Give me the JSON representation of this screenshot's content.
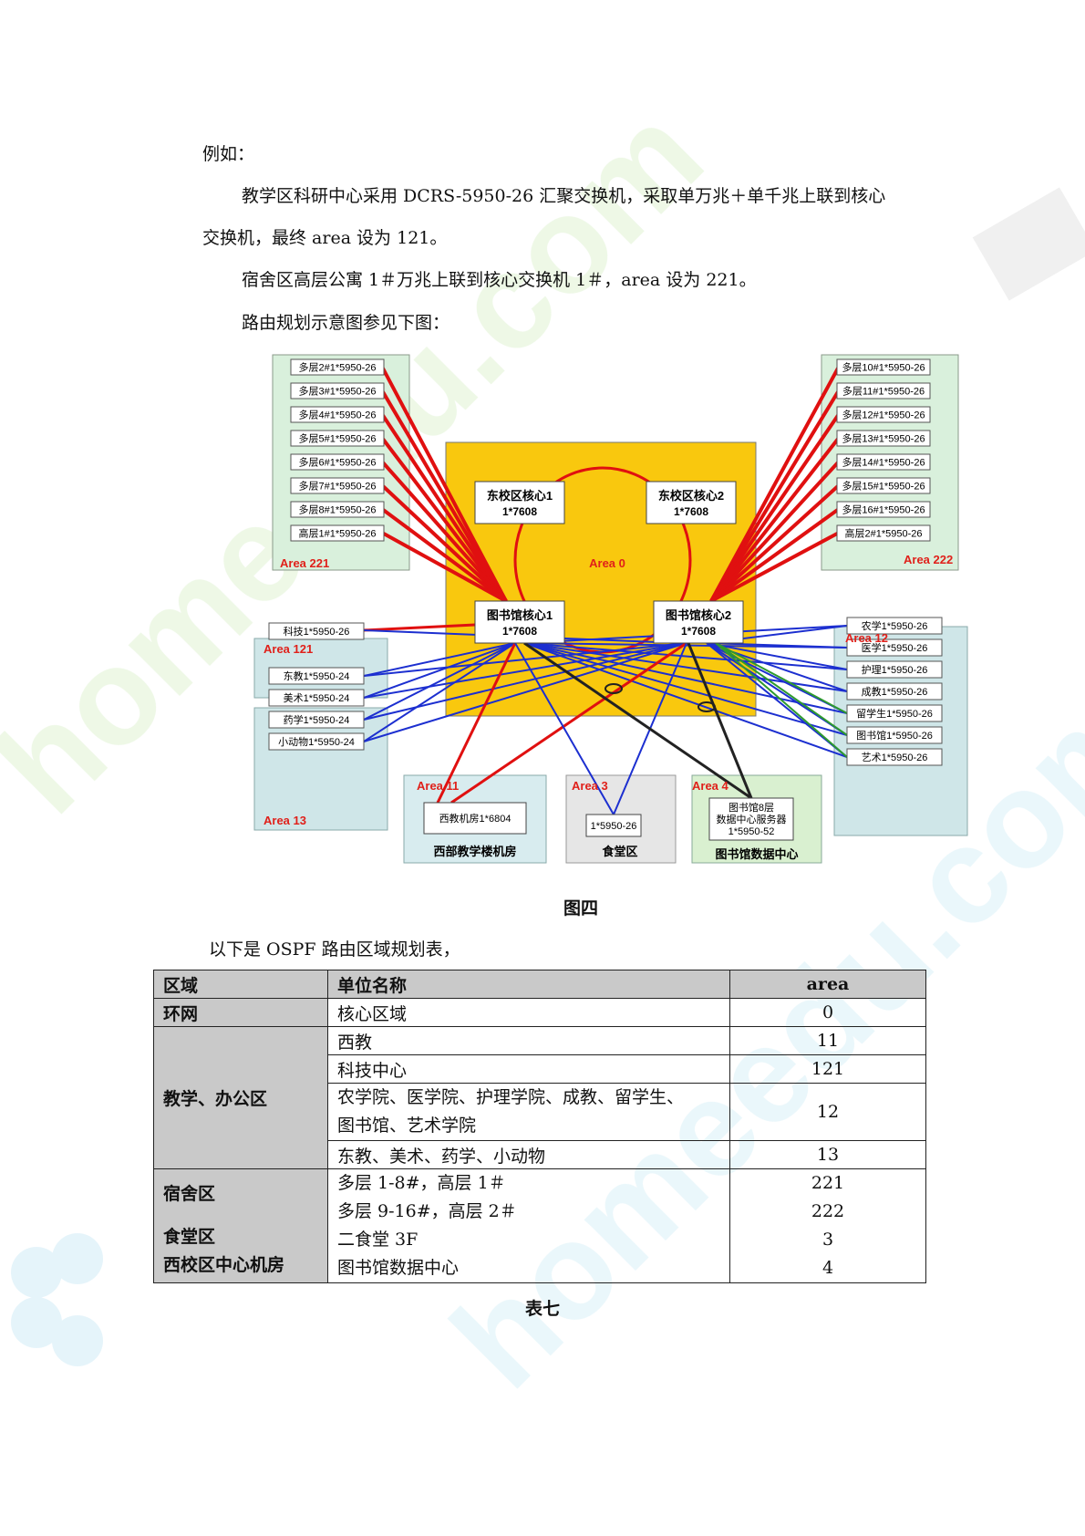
{
  "paragraphs": {
    "p1": "例如：",
    "p2a": "教学区科研中心采用 DCRS-5950-26 汇聚交换机，采取单万兆＋单千兆上联到核心",
    "p2b": "交换机，最终 area 设为 121。",
    "p3": "宿舍区高层公寓 1＃万兆上联到核心交换机 1＃，area 设为 221。",
    "p4": "路由规划示意图参见下图："
  },
  "diagram": {
    "core_area_label": "Area 0",
    "cores": [
      "东校区核心1",
      "东校区核心2",
      "图书馆核心1",
      "图书馆核心2"
    ],
    "core_model": "1*7608",
    "area221": {
      "label": "Area 221",
      "items": [
        "多层2#1*5950-26",
        "多层3#1*5950-26",
        "多层4#1*5950-26",
        "多层5#1*5950-26",
        "多层6#1*5950-26",
        "多层7#1*5950-26",
        "多层8#1*5950-26",
        "高层1#1*5950-26"
      ]
    },
    "area222": {
      "label": "Area 222",
      "items": [
        "多层10#1*5950-26",
        "多层11#1*5950-26",
        "多层12#1*5950-26",
        "多层13#1*5950-26",
        "多层14#1*5950-26",
        "多层15#1*5950-26",
        "多层16#1*5950-26",
        "高层2#1*5950-26"
      ]
    },
    "area121": {
      "label": "Area 121",
      "items": [
        "科技1*5950-26"
      ]
    },
    "area13": {
      "label": "Area 13",
      "items": [
        "东教1*5950-24",
        "美术1*5950-24",
        "药学1*5950-24",
        "小动物1*5950-24"
      ]
    },
    "area12": {
      "label": "Area 12",
      "items": [
        "农学1*5950-26",
        "医学1*5950-26",
        "护理1*5950-26",
        "成教1*5950-26",
        "留学生1*5950-26",
        "图书馆1*5950-26",
        "艺术1*5950-26"
      ]
    },
    "area11": {
      "label": "Area 11",
      "device": "西教机房1*6804",
      "caption": "西部教学楼机房"
    },
    "area3": {
      "label": "Area 3",
      "device": "1*5950-26",
      "caption": "食堂区"
    },
    "area4": {
      "label": "Area 4",
      "device_lines": [
        "图书馆8层",
        "数据中心服务器",
        "1*5950-52"
      ],
      "caption": "图书馆数据中心"
    }
  },
  "figure_caption": "图四",
  "table_intro": "以下是 OSPF 路由区域规划表，",
  "table": {
    "headers": [
      "区域",
      "单位名称",
      "area"
    ],
    "rows": [
      {
        "zone": "环网",
        "unit": "核心区域",
        "area": "0"
      },
      {
        "zone": "教学、办公区",
        "units": [
          "西教",
          "科技中心",
          "农学院、医学院、护理学院、成教、留学生、",
          "图书馆、艺术学院",
          "东教、美术、药学、小动物"
        ],
        "areas": [
          "11",
          "121",
          "12",
          "13"
        ]
      },
      {
        "zones": [
          "宿舍区",
          "食堂区",
          "西校区中心机房"
        ],
        "units": [
          "多层 1-8#，高层 1＃",
          "多层 9-16#，高层 2＃",
          "二食堂 3F",
          "图书馆数据中心"
        ],
        "areas": [
          "221",
          "222",
          "3",
          "4"
        ]
      }
    ]
  },
  "table_caption": "表七",
  "watermark_text": "homeedu.com",
  "colors": {
    "core_fill": "#f9c80e",
    "uplink_red": "#e01010",
    "uplink_blue": "#1c2fd0",
    "uplink_green": "#2e9a2e",
    "panel_green": "#d9f0dc",
    "panel_blue": "#cfe6e8",
    "area_label_red": "#e0201a"
  }
}
